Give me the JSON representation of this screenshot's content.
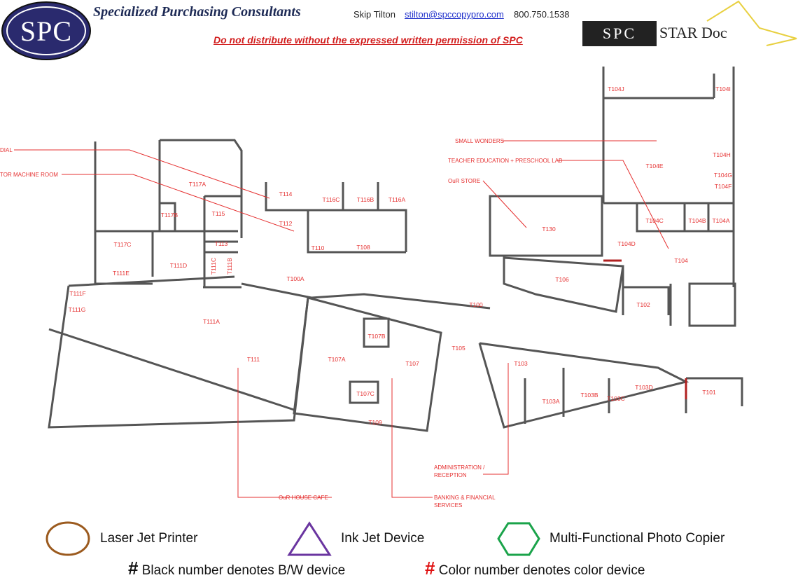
{
  "header": {
    "logo_text": "SPC",
    "company": "Specialized Purchasing Consultants",
    "contact_name": "Skip Tilton",
    "contact_email": "stilton@spccopypro.com",
    "contact_phone": "800.750.1538",
    "warning": "Do not distribute without the expressed written permission of SPC",
    "stardoc_logo": "SPC",
    "stardoc_title": "STAR Doc"
  },
  "rooms": [
    "T104J",
    "T104I",
    "T104E",
    "T104H",
    "T104G",
    "T104F",
    "T104C",
    "T104B",
    "T104A",
    "T104D",
    "T104",
    "T114",
    "T116C",
    "T116B",
    "T116A",
    "T117A",
    "T117B",
    "T115",
    "T112",
    "T130",
    "T113",
    "T110",
    "T108",
    "T117C",
    "T111D",
    "T111C",
    "T111B",
    "T111E",
    "T100A",
    "T106",
    "T111F",
    "T111G",
    "T100",
    "T102",
    "T111A",
    "T107B",
    "T105",
    "T107A",
    "T111",
    "T107",
    "T103",
    "T103A",
    "T103B",
    "T103C",
    "T103D",
    "T107C",
    "T109",
    "T101"
  ],
  "annotations": {
    "dial": "DIAL",
    "machine_room": "TOR MACHINE ROOM",
    "small_wonders": "SMALL WONDERS",
    "teacher_ed": "TEACHER EDUCATION + PRESCHOOL LAB",
    "store": "OuR STORE",
    "admin_1": "ADMINISTRATION /",
    "admin_2": "RECEPTION",
    "cafe": "OuR HOUSE CAFE",
    "banking_1": "BANKING & FINANCIAL",
    "banking_2": "SERVICES"
  },
  "legend": {
    "laser": "Laser Jet Printer",
    "inkjet": "Ink Jet Device",
    "mfp": "Multi-Functional Photo Copier",
    "hash": "#",
    "bw": "Black number denotes B/W device",
    "color": "Color number denotes color device",
    "colors": {
      "laser": "#9b5a1e",
      "inkjet": "#6a35a0",
      "mfp": "#1aa34a",
      "annotation": "#e53030"
    }
  }
}
